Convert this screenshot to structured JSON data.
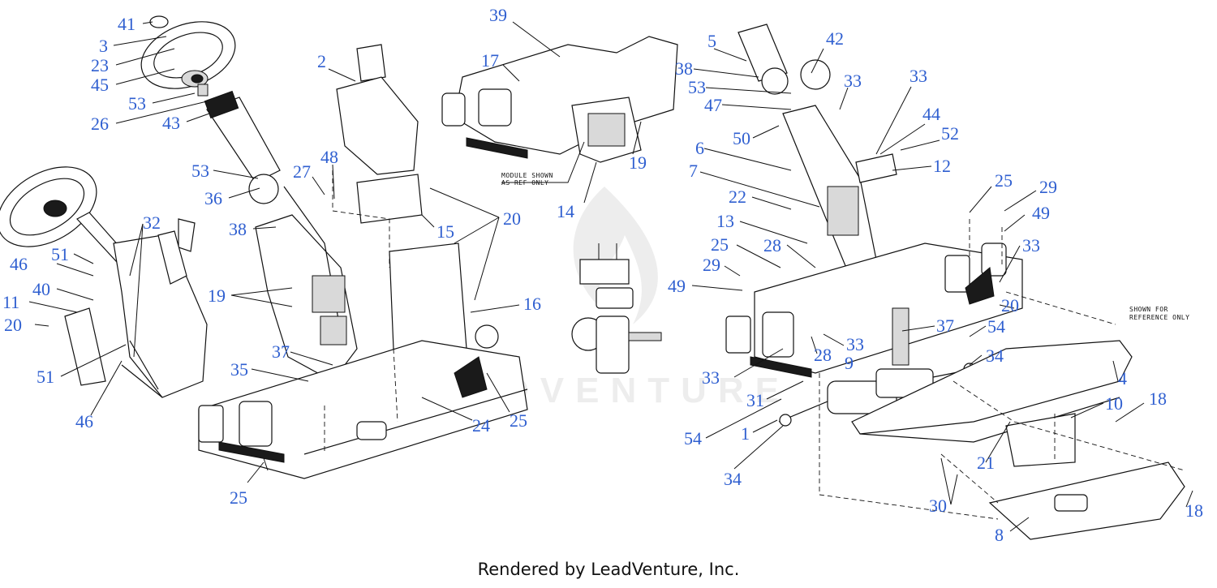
{
  "footer": {
    "text": "Rendered by LeadVenture, Inc."
  },
  "watermark": {
    "text": "LEADVENTURE"
  },
  "notes": {
    "module_line1": "MODULE SHOWN",
    "module_line2": "AS REF ONLY",
    "reference_line1": "SHOWN FOR",
    "reference_line2": "REFERENCE ONLY"
  },
  "colors": {
    "callout": "#2f5fd0",
    "line": "#111111",
    "background": "#ffffff"
  },
  "callouts": {
    "c41": "41",
    "c3": "3",
    "c23": "23",
    "c45": "45",
    "c53a": "53",
    "c26": "26",
    "c43": "43",
    "c53b": "53",
    "c36": "36",
    "c38a": "38",
    "c32": "32",
    "c51a": "51",
    "c46a": "46",
    "c40": "40",
    "c11": "11",
    "c20a": "20",
    "c51b": "51",
    "c46b": "46",
    "c2": "2",
    "c48": "48",
    "c27": "27",
    "c19a": "19",
    "c37a": "37",
    "c35": "35",
    "c25a": "25",
    "c24": "24",
    "c25b": "25",
    "c16": "16",
    "c15": "15",
    "c20b": "20",
    "c39": "39",
    "c17": "17",
    "c19b": "19",
    "c14": "14",
    "c5": "5",
    "c42": "42",
    "c38b": "38",
    "c53c": "53",
    "c33a": "33",
    "c47": "47",
    "c50": "50",
    "c33b": "33",
    "c44": "44",
    "c52": "52",
    "c6": "6",
    "c12": "12",
    "c7": "7",
    "c22": "22",
    "c13": "13",
    "c25c": "25",
    "c28a": "28",
    "c25d": "25",
    "c29a": "29",
    "c49a": "49",
    "c29b": "29",
    "c49b": "49",
    "c33c": "33",
    "c20c": "20",
    "c37b": "37",
    "c33d": "33",
    "c28b": "28",
    "c9": "9",
    "c54a": "54",
    "c34a": "34",
    "c33e": "33",
    "c31": "31",
    "c4": "4",
    "c54b": "54",
    "c1": "1",
    "c34b": "34",
    "c10": "10",
    "c18a": "18",
    "c21": "21",
    "c30": "30",
    "c18b": "18",
    "c8": "8"
  }
}
